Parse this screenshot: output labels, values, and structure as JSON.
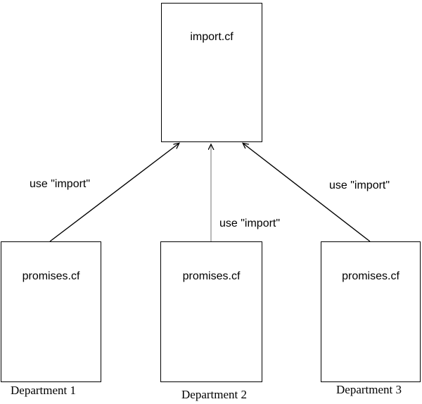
{
  "diagram": {
    "top_box": {
      "label": "import.cf"
    },
    "bottom_boxes": [
      {
        "label": "promises.cf",
        "caption": "Department 1"
      },
      {
        "label": "promises.cf",
        "caption": "Department 2"
      },
      {
        "label": "promises.cf",
        "caption": "Department 3"
      }
    ],
    "edges": [
      {
        "from": "Department 1 promises.cf",
        "to": "import.cf",
        "label": "use \"import\""
      },
      {
        "from": "Department 2 promises.cf",
        "to": "import.cf",
        "label": "use \"import\""
      },
      {
        "from": "Department 3 promises.cf",
        "to": "import.cf",
        "label": "use \"import\""
      }
    ],
    "colors": {
      "background": "#ffffff",
      "line": "#000000",
      "middle_line": "#8a8a8a",
      "text": "#000000"
    }
  }
}
